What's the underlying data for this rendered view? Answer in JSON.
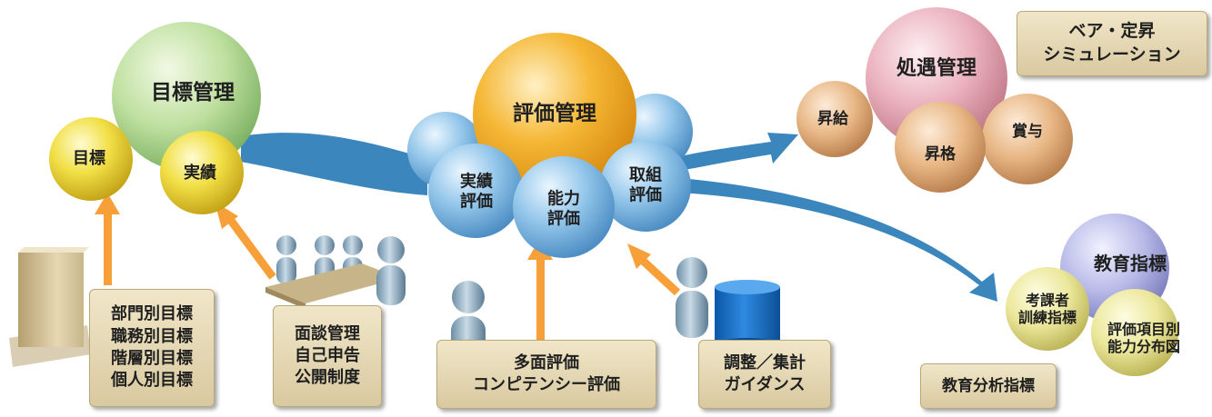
{
  "bubbles": {
    "mokuhyo_kanri": "目標管理",
    "mokuhyo": "目標",
    "jisseki": "実績",
    "hyoka_kanri": "評価管理",
    "jisseki_hyoka_1": "実績",
    "jisseki_hyoka_2": "評価",
    "noryoku_hyoka_1": "能力",
    "noryoku_hyoka_2": "評価",
    "torikumi_hyoka_1": "取組",
    "torikumi_hyoka_2": "評価",
    "shogu_kanri": "処遇管理",
    "shokyu": "昇給",
    "shokaku": "昇格",
    "shoyo": "賞与",
    "kyoiku_shihyo": "教育指標",
    "kokasha_1": "考課者",
    "kokasha_2": "訓練指標",
    "hyoka_komoku_1": "評価項目別",
    "hyoka_komoku_2": "能力分布図"
  },
  "boxes": {
    "bumon": "部門別目標\n職務別目標\n階層別目標\n個人別目標",
    "mendan": "面談管理\n自己申告\n公開制度",
    "tamen": "多面評価\nコンピテンシー評価",
    "chosei": "調整／集計\nガイダンス",
    "bea": "ベア・定昇\nシミュレーション",
    "kyoiku_bunseki": "教育分析指標"
  }
}
